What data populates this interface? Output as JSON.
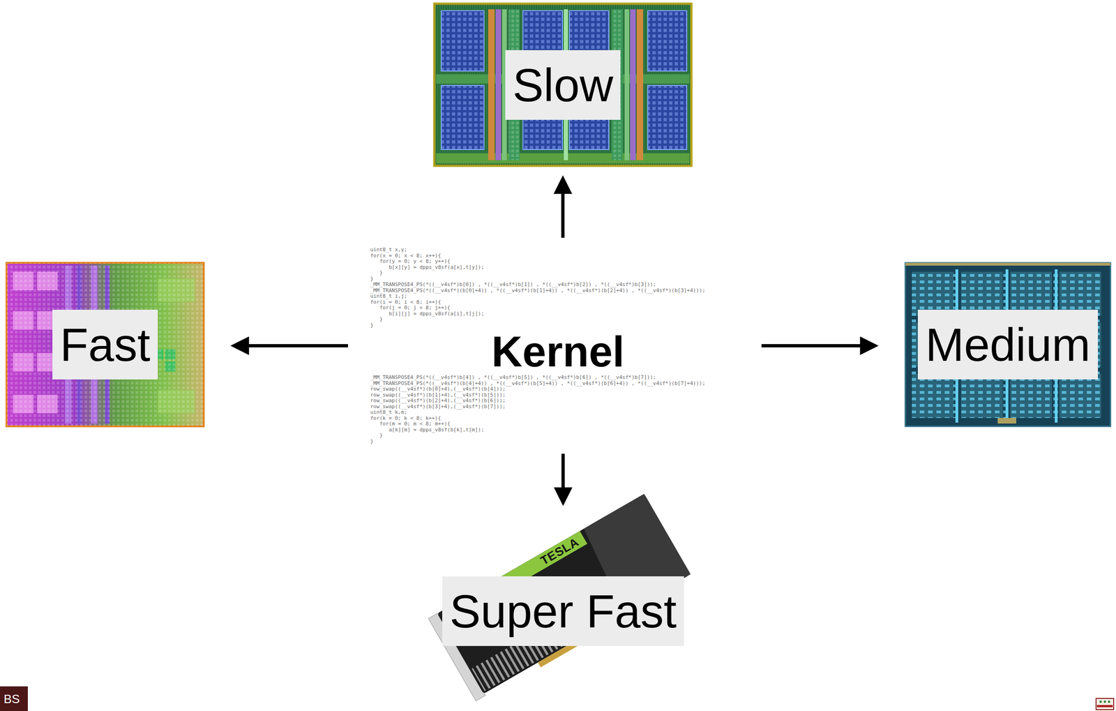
{
  "diagram": {
    "nodes": [
      {
        "text": [
          "Slow"
        ]
      },
      {
        "text": [
          "Fast"
        ]
      },
      {
        "text": [
          "Kernel"
        ]
      },
      {
        "text": [
          "Medium"
        ]
      },
      {
        "text": [
          "Super Fast"
        ]
      }
    ],
    "edges": [
      {
        "from": 2,
        "to": 0,
        "arrow": "to"
      },
      {
        "from": 2,
        "to": 1,
        "arrow": "to"
      },
      {
        "from": 2,
        "to": 3,
        "arrow": "to"
      },
      {
        "from": 2,
        "to": 4,
        "arrow": "to"
      }
    ],
    "labels": [
      "uint8_t x,y;",
      "for(x = 0; x < 8; x++){",
      "for(y = 0; y < 8; y++){",
      "b[x][y] = dpps_v8sf(a[x],t[y]);",
      "}",
      "}",
      "_MM_TRANSPOSE4_PS(*((__v4sf*)b[0]) , *((__v4sf*)b[1]) , *((__v4sf*)b[2]) , *((__v4sf*)b[3]));",
      "_MM_TRANSPOSE4_PS(*((__v4sf*)(b[0]+4)) , *((__v4sf*)(b[1]+4)) , *((__v4sf*)(b[2]+4)) , *((__v4sf*)(b[3]+4)));",
      "uint8_t i,j;",
      "for(i = 0; i < 8; i++){",
      "for(j = 0; j < 8; j++){",
      "b[i][j] = dpps_v8sf(a[i],t[j]);",
      "}",
      "}",
      "_MM_TRANSPOSE4_PS(*((__v4sf*)b[4]) , *((__v4sf*)b[5]) , *((__v4sf*)b[6]) , *((__v4sf*)b[7]));",
      "_MM_TRANSPOSE4_PS(*((__v4sf*)(b[4]+4)) , *((__v4sf*)(b[5]+4)) , *((__v4sf*)(b[6]+4)) , *((__v4sf*)(b[7]+4)));",
      "row_swap((__v4sf*)(b[0]+4),(__v4sf*)(b[4]));",
      "row_swap((__v4sf*)(b[1]+4),(__v4sf*)(b[5]));",
      "row_swap((__v4sf*)(b[2]+4),(__v4sf*)(b[6]));",
      "row_swap((__v4sf*)(b[3]+4),(__v4sf*)(b[7]));",
      "uint8_t k,m;",
      "for(k = 0; k < 8; k++){",
      "for(m = 0; m < 8; m++){",
      "a[k][m] = dpps_v8sf(b[k],t[m]);",
      "}",
      "}",
      "TESLA",
      "BS"
    ]
  }
}
